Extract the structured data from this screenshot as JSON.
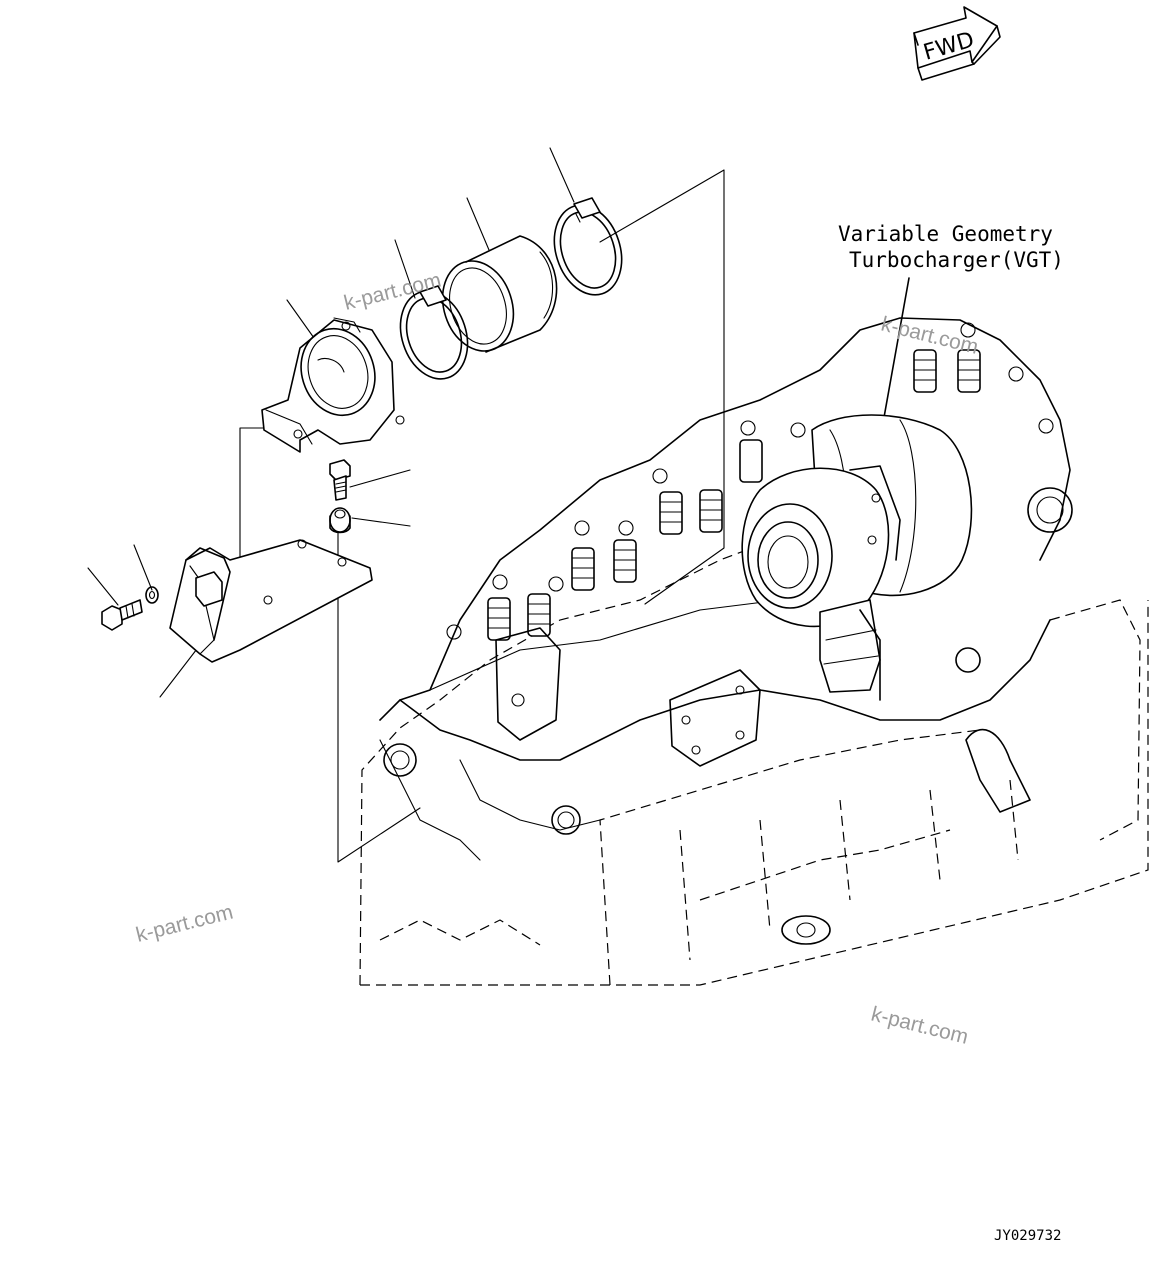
{
  "callout": {
    "line1": "Variable Geometry",
    "line2": "Turbocharger(VGT)"
  },
  "direction_tag": "FWD",
  "drawing_code": "JY029732",
  "watermarks": [
    "k-part.com",
    "k-part.com",
    "k-part.com",
    "k-part.com"
  ]
}
